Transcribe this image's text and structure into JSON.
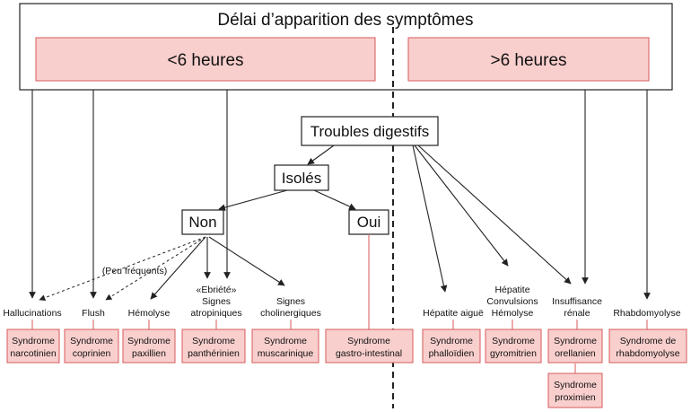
{
  "header": {
    "title": "Délai d’apparition des symptômes",
    "lt6": "<6 heures",
    "gt6": ">6 heures"
  },
  "nodes": {
    "troubles": "Troubles digestifs",
    "isoles": "Isolés",
    "non": "Non",
    "oui": "Oui",
    "peu": "(Peu fréquents)"
  },
  "signs": {
    "hallucinations": "Hallucinations",
    "flush": "Flush",
    "hemolyse": "Hémolyse",
    "ebriete": [
      "«Ebriété»",
      "Signes",
      "atropiniques"
    ],
    "cholinergiques": [
      "Signes",
      "cholinergiques"
    ],
    "hepatite_aigue": "Hépatite aiguë",
    "hepatite_conv": [
      "Hépatite",
      "Convulsions",
      "Hémolyse"
    ],
    "insuffisance": [
      "Insuffisance",
      "rénale"
    ],
    "rhabdo": "Rhabdomyolyse"
  },
  "syndromes": {
    "narcotinien": [
      "Syndrome",
      "narcotinien"
    ],
    "coprinien": [
      "Syndrome",
      "coprinien"
    ],
    "paxillien": [
      "Syndrome",
      "paxillien"
    ],
    "pantherinien": [
      "Syndrome",
      "panthérinien"
    ],
    "muscarinique": [
      "Syndrome",
      "muscarinique"
    ],
    "gastro": [
      "Syndrome",
      "gastro-intestinal"
    ],
    "phalloidien": [
      "Syndrome",
      "phalloïdien"
    ],
    "gyromitrien": [
      "Syndrome",
      "gyromitrien"
    ],
    "orellanien": [
      "Syndrome",
      "orellanien"
    ],
    "rhabdomyolyse": [
      "Syndrome de",
      "rhabdomyolyse"
    ],
    "proximien": [
      "Syndrome",
      "proximien"
    ]
  },
  "colors": {
    "pink_fill": "#f8cfcd",
    "pink_stroke": "#d85a5a",
    "line": "#222222"
  }
}
